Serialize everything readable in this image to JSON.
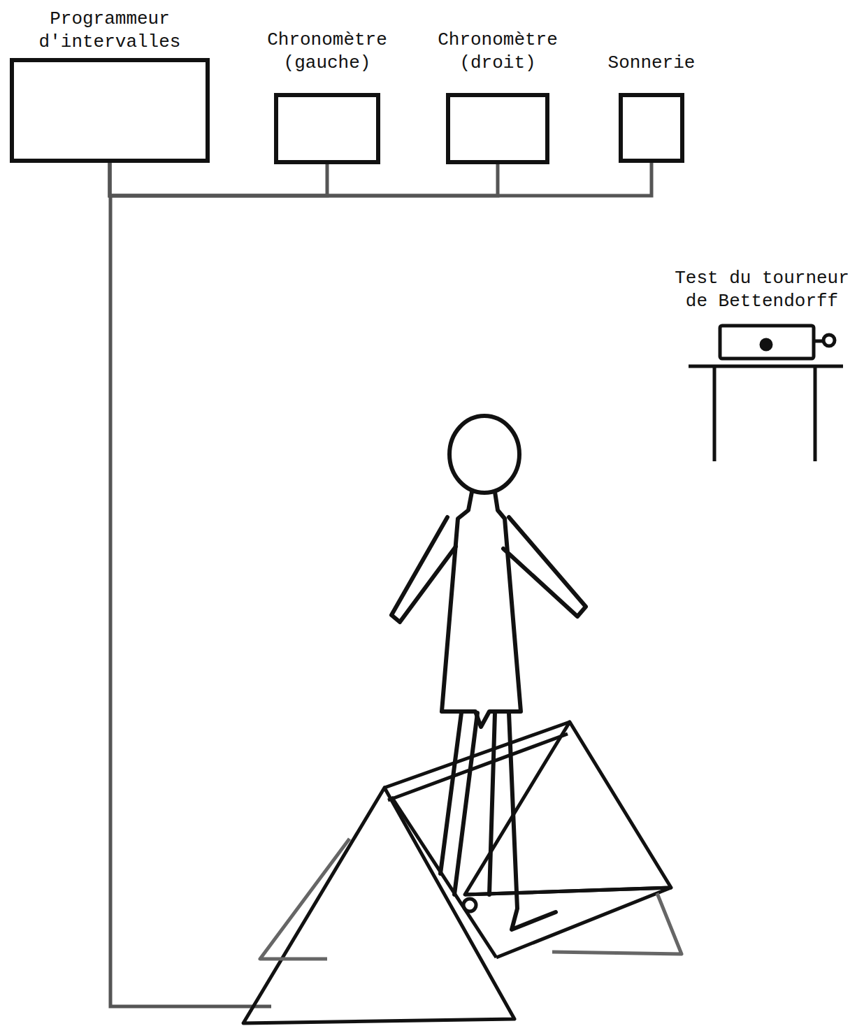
{
  "diagram": {
    "nodes": [
      {
        "text": [
          "Programmeur d'intervalles"
        ]
      },
      {
        "text": [
          "Chronomètre (gauche)"
        ]
      },
      {
        "text": [
          "Chronomètre (droit)"
        ]
      },
      {
        "text": [
          "Sonnerie"
        ]
      }
    ],
    "edges": [
      {
        "from": 0,
        "to": 1,
        "arrow": "none"
      },
      {
        "from": 0,
        "to": 2,
        "arrow": "none"
      },
      {
        "from": 0,
        "to": 3,
        "arrow": "none"
      }
    ],
    "labels": [
      "Test du tourneur de Bettendorff"
    ]
  }
}
